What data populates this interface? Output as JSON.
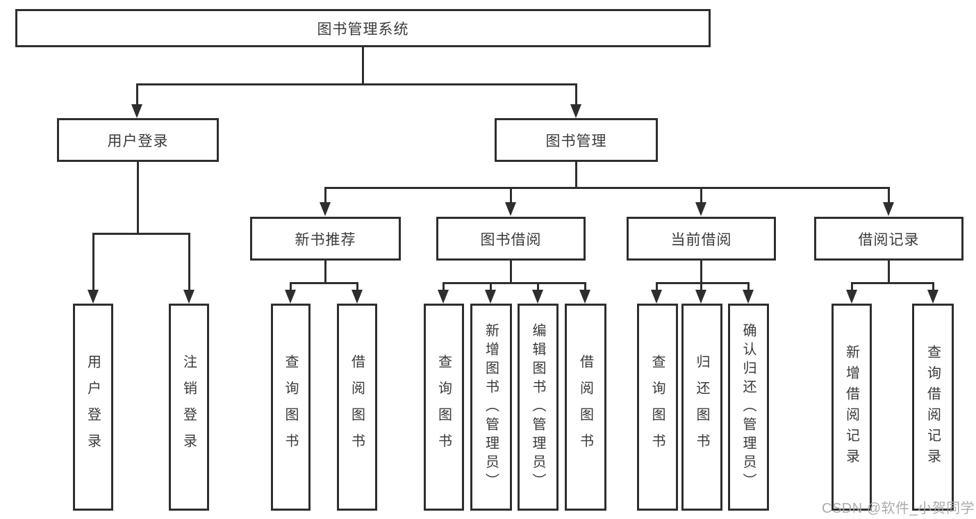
{
  "tree": {
    "label": "图书管理系统",
    "children": [
      {
        "label": "用户登录",
        "children": [
          {
            "label": "用户登录"
          },
          {
            "label": "注销登录"
          }
        ]
      },
      {
        "label": "图书管理",
        "children": [
          {
            "label": "新书推荐",
            "children": [
              {
                "label": "查询图书"
              },
              {
                "label": "借阅图书"
              }
            ]
          },
          {
            "label": "图书借阅",
            "children": [
              {
                "label": "查询图书"
              },
              {
                "label": "新增图书（管理员）"
              },
              {
                "label": "编辑图书（管理员）"
              },
              {
                "label": "借阅图书"
              }
            ]
          },
          {
            "label": "当前借阅",
            "children": [
              {
                "label": "查询图书"
              },
              {
                "label": "归还图书"
              },
              {
                "label": "确认归还（管理员）"
              }
            ]
          },
          {
            "label": "借阅记录",
            "children": [
              {
                "label": "新增借阅记录"
              },
              {
                "label": "查询借阅记录"
              }
            ]
          }
        ]
      }
    ]
  },
  "watermark": "CSDN @软件_小贺同学",
  "colors": {
    "line": "#2e2e2e",
    "text": "#3a3a3a",
    "watermark": "#a8a8a8",
    "background": "#ffffff"
  }
}
